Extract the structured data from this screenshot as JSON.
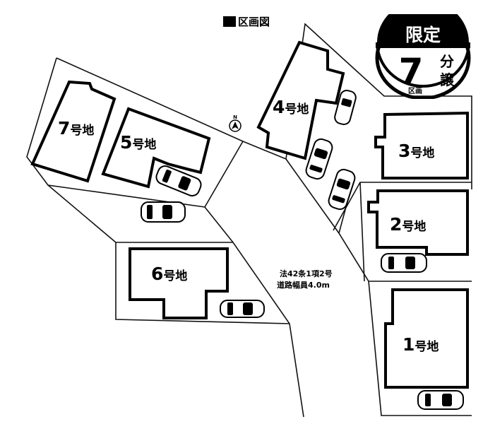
{
  "title": "区画図",
  "badge": {
    "top": "限定",
    "count": "7",
    "unit_small": "区画",
    "unit_right": [
      "分",
      "譲"
    ]
  },
  "road_note": [
    "法42条1項2号",
    "道路幅員4.0m"
  ],
  "north_mark": "N",
  "lots": [
    {
      "id": "7",
      "num": "7",
      "suffix": "号地"
    },
    {
      "id": "5",
      "num": "5",
      "suffix": "号地"
    },
    {
      "id": "4",
      "num": "4",
      "suffix": "号地"
    },
    {
      "id": "3",
      "num": "3",
      "suffix": "号地"
    },
    {
      "id": "2",
      "num": "2",
      "suffix": "号地"
    },
    {
      "id": "6",
      "num": "6",
      "suffix": "号地"
    },
    {
      "id": "1",
      "num": "1",
      "suffix": "号地"
    }
  ]
}
